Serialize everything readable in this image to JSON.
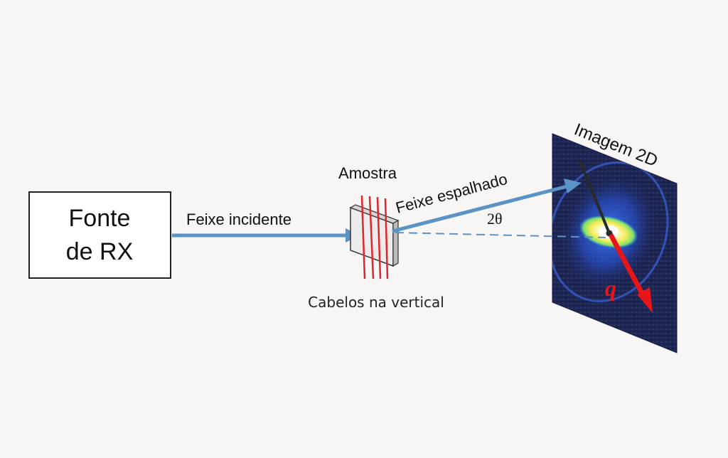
{
  "source": {
    "line1": "Fonte",
    "line2": "de RX"
  },
  "incident_beam_label": "Feixe incidente",
  "sample_label": "Amostra",
  "hair_label": "Cabelos na vertical",
  "scattered_beam_label": "Feixe espalhado",
  "angle_label": "2θ",
  "detector_label": "Imagem 2D",
  "vector_label": "q",
  "colors": {
    "beam": "#5b93c7",
    "hair": "#e0262c",
    "q_vector": "#e8161b",
    "detector_bg": "#1c2350",
    "background": "#f7f6f4"
  }
}
